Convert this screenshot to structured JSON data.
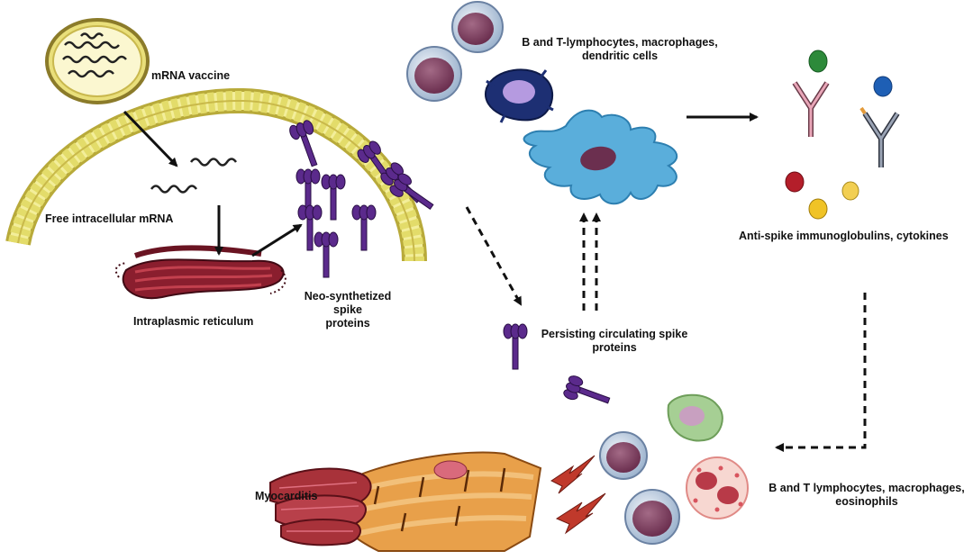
{
  "labels": {
    "mrna_vaccine": "mRNA vaccine",
    "free_mrna": "Free intracellular mRNA",
    "reticulum": "Intraplasmic reticulum",
    "spike_line1": "Neo-synthetized spike",
    "spike_line2": "proteins",
    "immune_line1": "B and T-lymphocytes, macrophages,",
    "immune_line2": "dendritic cells",
    "antibodies": "Anti-spike immunoglobulins, cytokines",
    "persist_line1": "Persisting circulating spike",
    "persist_line2": "proteins",
    "myocarditis": "Myocarditis",
    "infiltrate_line1": "B and T lymphocytes, macrophages,",
    "infiltrate_line2": "eosinophils"
  },
  "colors": {
    "membrane": "#e3dc6a",
    "spike": "#5b2a8c",
    "reticulum": "#8a1e2e",
    "dendritic_cell": "#5aaedb",
    "lymphocyte": "#7a3a5a",
    "heart_muscle": "#e8a04a"
  }
}
